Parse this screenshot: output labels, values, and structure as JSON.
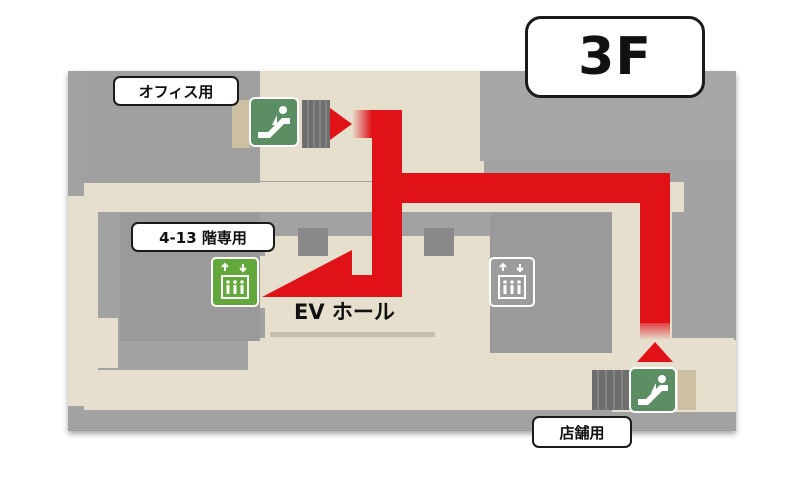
{
  "floor": {
    "label": "3F"
  },
  "labels": {
    "office_escalator": "オフィス用",
    "elevator_floors": "4-13 階専用",
    "ev_hall": "EV ホール",
    "shop_escalator": "店舗用"
  },
  "colors": {
    "route": "#e01218",
    "escalator_sign": "#5b8f63",
    "elevator_active": "#63a83b",
    "elevator_inactive": "#9c9c9c",
    "corridor": "#e6dfce",
    "building": "#a2a2a2"
  },
  "icons": {
    "office_escalator": "escalator-icon",
    "shop_escalator": "escalator-icon",
    "elevator_active": "elevator-icon",
    "elevator_inactive": "elevator-icon",
    "up_triangle": "route-start-arrow",
    "right_triangle": "route-end-arrow"
  }
}
